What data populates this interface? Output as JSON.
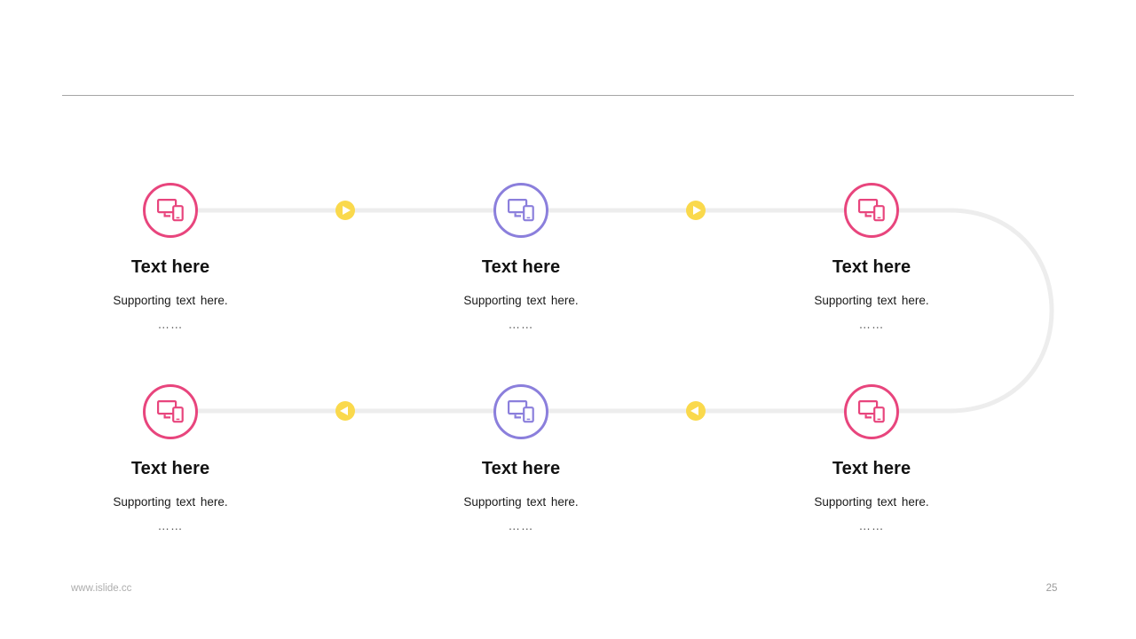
{
  "slide": {
    "background_color": "#ffffff",
    "divider_color": "#a6a6a6",
    "title": ""
  },
  "palette": {
    "pink": "#e8457d",
    "purple": "#8b7fdc",
    "yellow": "#fad94c",
    "connector_gray": "#ededed",
    "text_dark": "#121212",
    "footer_gray": "#adadad"
  },
  "diagram": {
    "type": "snake-process-timeline",
    "icon_name": "responsive-devices-icon",
    "rows": [
      {
        "direction": "left-to-right",
        "arrow_direction": "right",
        "nodes": [
          {
            "accent": "#e8457d",
            "accent_name": "pink",
            "title": "Text here",
            "description": "Supporting text here.",
            "dots": "……"
          },
          {
            "accent": "#8b7fdc",
            "accent_name": "purple",
            "title": "Text here",
            "description": "Supporting text here.",
            "dots": "……"
          },
          {
            "accent": "#e8457d",
            "accent_name": "pink",
            "title": "Text here",
            "description": "Supporting text here.",
            "dots": "……"
          }
        ]
      },
      {
        "direction": "right-to-left",
        "arrow_direction": "left",
        "nodes": [
          {
            "accent": "#e8457d",
            "accent_name": "pink",
            "title": "Text here",
            "description": "Supporting text here.",
            "dots": "……"
          },
          {
            "accent": "#8b7fdc",
            "accent_name": "purple",
            "title": "Text here",
            "description": "Supporting text here.",
            "dots": "……"
          },
          {
            "accent": "#e8457d",
            "accent_name": "pink",
            "title": "Text here",
            "description": "Supporting text here.",
            "dots": "……"
          }
        ]
      }
    ]
  },
  "footer": {
    "site": "www.islide.cc",
    "page_number": "25"
  }
}
